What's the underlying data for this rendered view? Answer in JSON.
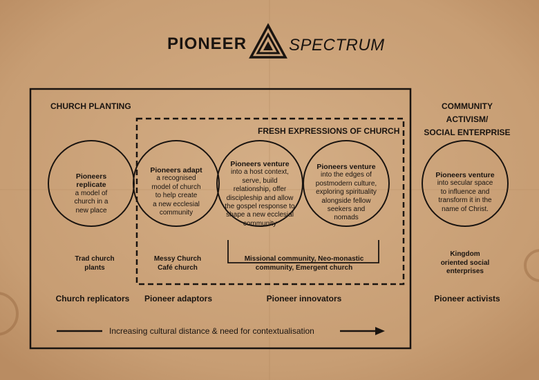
{
  "title": {
    "left": "PIONEER",
    "right": "SPECTRUM"
  },
  "sections": {
    "church_planting": "CHURCH PLANTING",
    "fresh_expressions": "FRESH EXPRESSIONS OF CHURCH",
    "community": [
      "COMMUNITY",
      "ACTIVISM/",
      "SOCIAL ENTERPRISE"
    ]
  },
  "circles": [
    {
      "bold": [
        "Pioneers",
        "replicate"
      ],
      "text": [
        "a model of",
        "church in a",
        "new place"
      ]
    },
    {
      "bold": [
        "Pioneers adapt"
      ],
      "text": [
        "a recognised",
        "model of church",
        "to help create",
        "a new ecclesial",
        "community"
      ]
    },
    {
      "bold": [
        "Pioneers venture"
      ],
      "text": [
        "into a host context,",
        "serve, build",
        "relationship, offer",
        "discipleship and allow",
        "the gospel response to",
        "shape a new ecclesial",
        "community"
      ]
    },
    {
      "bold": [
        "Pioneers venture"
      ],
      "text": [
        "into the edges of",
        "postmodern culture,",
        "exploring spirituality",
        "alongside fellow",
        "seekers and",
        "nomads"
      ]
    },
    {
      "bold": [
        "Pioneers venture"
      ],
      "text": [
        "into secular space",
        "to influence and",
        "transform it in the",
        "name of Christ."
      ]
    }
  ],
  "examples": {
    "trad": [
      "Trad church",
      "plants"
    ],
    "messy": [
      "Messy Church",
      "Café church"
    ],
    "missional": [
      "Missional community, Neo-monastic",
      "community, Emergent church"
    ],
    "kingdom": [
      "Kingdom",
      "oriented social",
      "enterprises"
    ]
  },
  "categories": [
    "Church replicators",
    "Pioneer adaptors",
    "Pioneer innovators",
    "Pioneer activists"
  ],
  "arrow_label": "Increasing cultural distance & need for contextualisation"
}
